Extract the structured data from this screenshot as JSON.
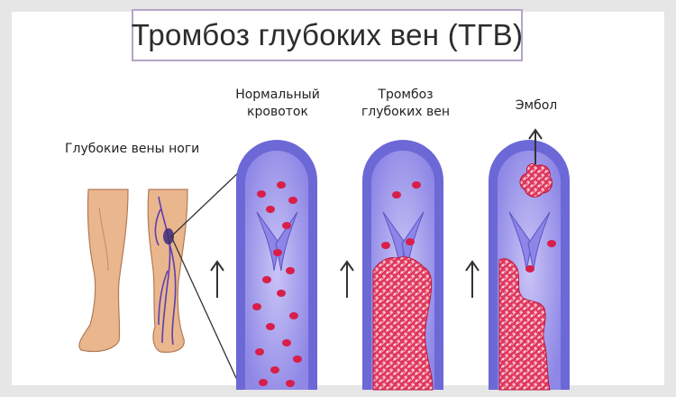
{
  "title": "Тромбоз глубоких вен (ТГВ)",
  "labels": {
    "legs": "Глубокие вены ноги",
    "normal_line1": "Нормальный",
    "normal_line2": "кровоток",
    "dvt_line1": "Тромбоз",
    "dvt_line2": "глубоких вен",
    "embolus": "Эмбол"
  },
  "colors": {
    "vein_wall": "#6c68d6",
    "vein_lumen": "#a7a0ee",
    "blood_cell": "#d81f4a",
    "clot": "#e03a5e",
    "skin": "#e9b48c",
    "border": "#b3a6c9"
  },
  "icons": [
    "up-arrow-icon",
    "up-arrow-icon",
    "up-arrow-icon",
    "up-arrow-icon"
  ]
}
